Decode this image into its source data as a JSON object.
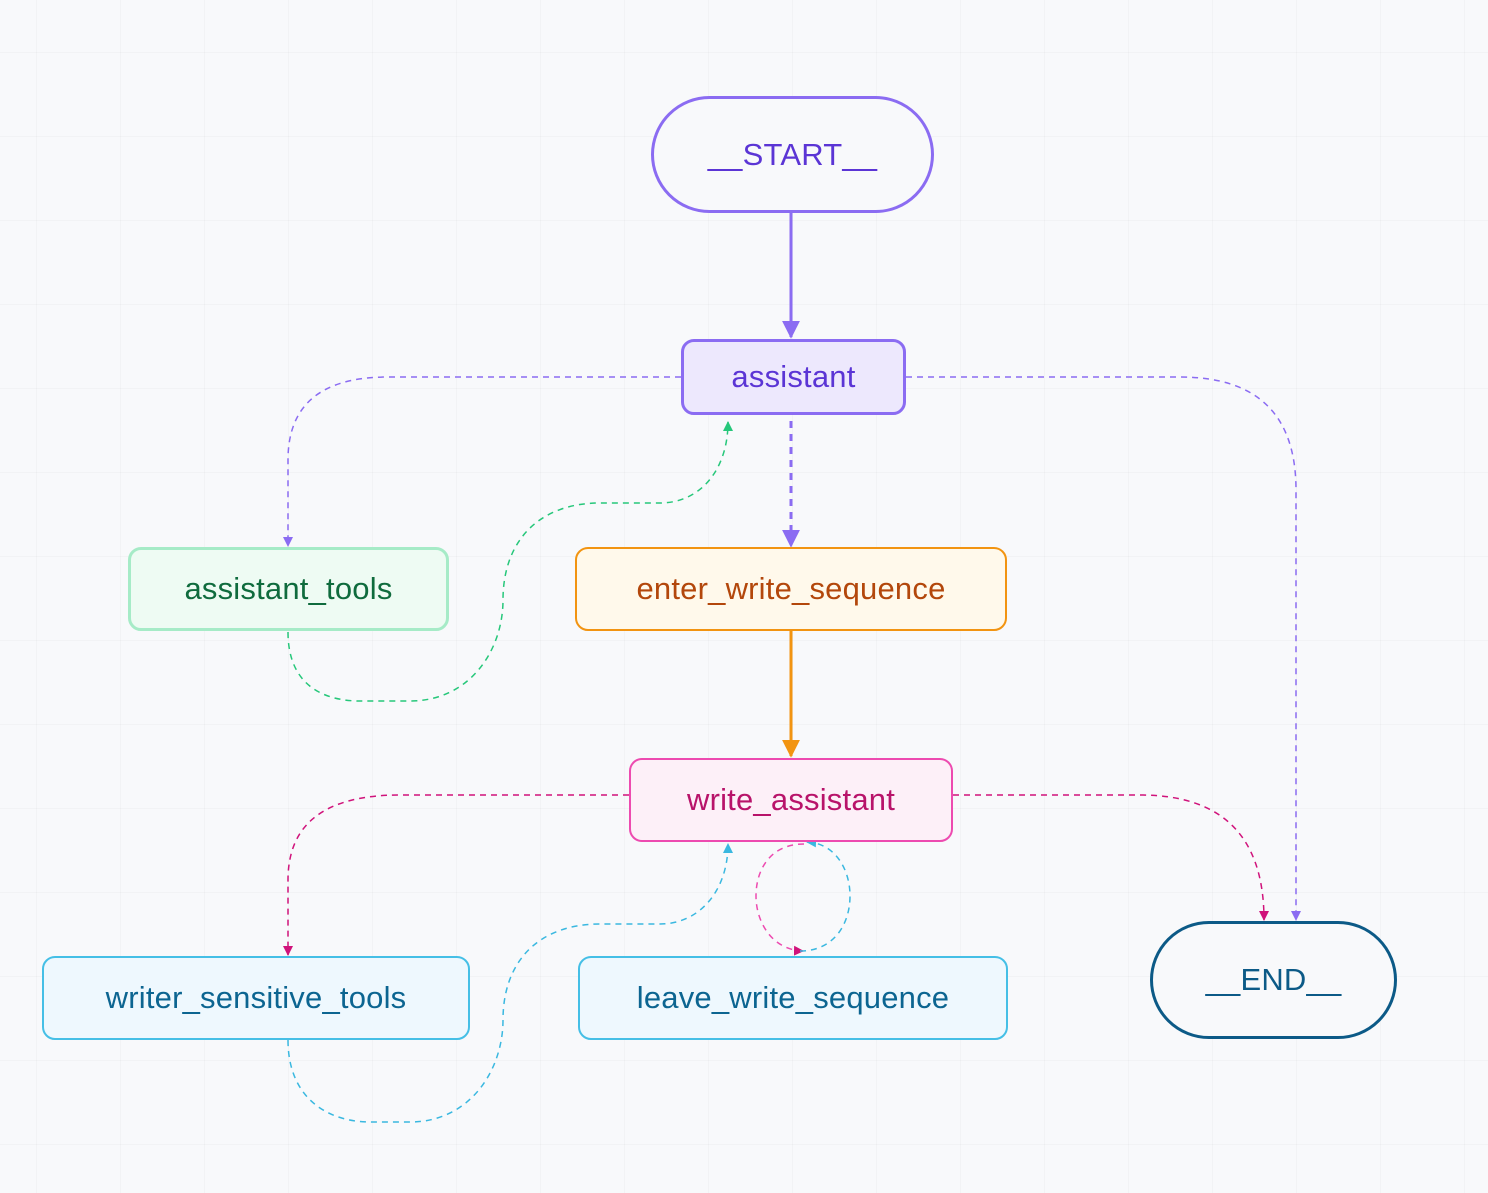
{
  "nodes": {
    "start": {
      "label": "__START__"
    },
    "assistant": {
      "label": "assistant"
    },
    "assistant_tools": {
      "label": "assistant_tools"
    },
    "enter_write_sequence": {
      "label": "enter_write_sequence"
    },
    "write_assistant": {
      "label": "write_assistant"
    },
    "writer_sensitive_tools": {
      "label": "writer_sensitive_tools"
    },
    "leave_write_sequence": {
      "label": "leave_write_sequence"
    },
    "end": {
      "label": "__END__"
    }
  },
  "edges": [
    {
      "from": "__START__",
      "to": "assistant",
      "style": "solid"
    },
    {
      "from": "assistant",
      "to": "assistant_tools",
      "style": "dashed"
    },
    {
      "from": "assistant",
      "to": "enter_write_sequence",
      "style": "dashed"
    },
    {
      "from": "assistant",
      "to": "__END__",
      "style": "dashed"
    },
    {
      "from": "assistant_tools",
      "to": "assistant",
      "style": "dashed"
    },
    {
      "from": "enter_write_sequence",
      "to": "write_assistant",
      "style": "solid"
    },
    {
      "from": "write_assistant",
      "to": "writer_sensitive_tools",
      "style": "dashed"
    },
    {
      "from": "write_assistant",
      "to": "leave_write_sequence",
      "style": "dashed"
    },
    {
      "from": "write_assistant",
      "to": "__END__",
      "style": "dashed"
    },
    {
      "from": "writer_sensitive_tools",
      "to": "write_assistant",
      "style": "dashed"
    },
    {
      "from": "leave_write_sequence",
      "to": "write_assistant",
      "style": "dashed"
    }
  ],
  "colors": {
    "purple": "#8b6cf2",
    "purple_text": "#5b35d5",
    "purple_fill": "#ede8fd",
    "green": "#26c77a",
    "green_border": "#a6ebc7",
    "green_text": "#0f6b3d",
    "green_fill": "#eefbf3",
    "orange": "#f29411",
    "orange_text": "#b3470b",
    "orange_fill": "#fff9eb",
    "pink": "#d0137b",
    "pink_border": "#ed4bb0",
    "pink_text": "#b8136a",
    "pink_fill": "#fdf0f8",
    "cyan": "#3ab8e0",
    "cyan_border": "#45bfe6",
    "cyan_text": "#0c6591",
    "cyan_fill": "#eef8fe",
    "navy": "#0c5a87",
    "bg": "#f8f9fb"
  }
}
